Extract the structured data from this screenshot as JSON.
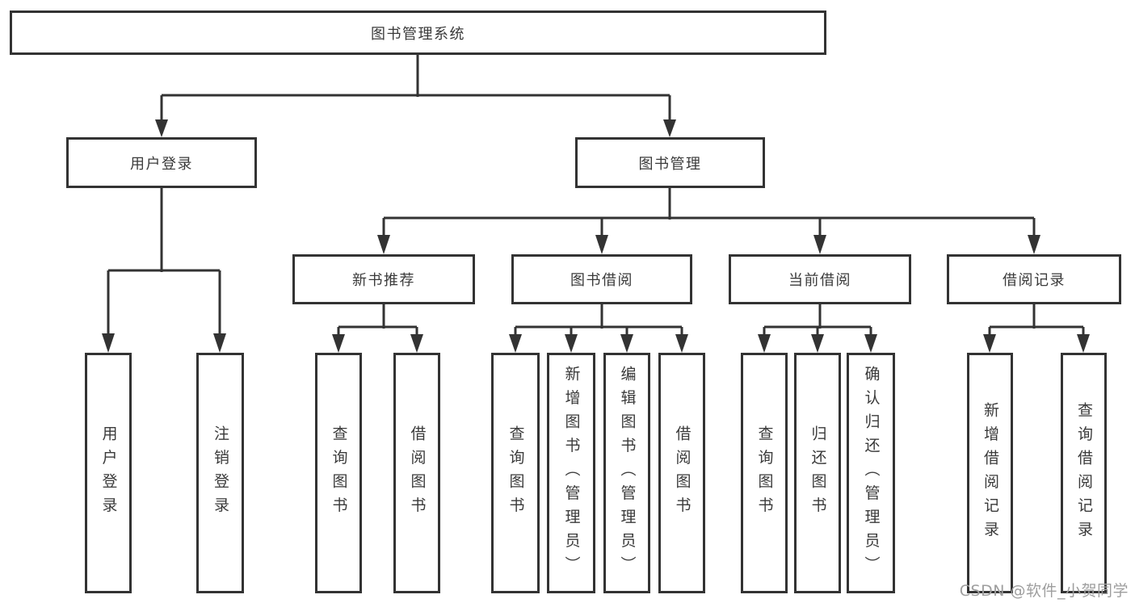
{
  "diagram_title": "图书管理系统",
  "nodes": {
    "root": {
      "label": "图书管理系统"
    },
    "user_login": {
      "label": "用户登录"
    },
    "book_management": {
      "label": "图书管理"
    },
    "user_login_child": {
      "label": "用户登录"
    },
    "logout": {
      "label": "注销登录"
    },
    "new_book_recommend": {
      "label": "新书推荐"
    },
    "book_borrowing": {
      "label": "图书借阅"
    },
    "current_borrowing": {
      "label": "当前借阅"
    },
    "borrow_records": {
      "label": "借阅记录"
    },
    "nbr_query_books": {
      "label": "查询图书"
    },
    "nbr_borrow_books": {
      "label": "借阅图书"
    },
    "bb_query_books": {
      "label": "查询图书"
    },
    "bb_add_books": {
      "label": "新增图书（管理员）"
    },
    "bb_edit_books": {
      "label": "编辑图书（管理员）"
    },
    "bb_borrow_books": {
      "label": "借阅图书"
    },
    "cb_query_books": {
      "label": "查询图书"
    },
    "cb_return_books": {
      "label": "归还图书"
    },
    "cb_confirm_return": {
      "label": "确认归还（管理员）"
    },
    "br_add_record": {
      "label": "新增借阅记录"
    },
    "br_query_record": {
      "label": "查询借阅记录"
    }
  },
  "watermark": {
    "text": "CSDN @软件_小贺同学"
  },
  "colors": {
    "background": "#ffffff",
    "line": "#333333",
    "box_border": "#333333",
    "box_fill": "#ffffff",
    "text": "#3a3a3a",
    "watermark": "#9e9e9e"
  }
}
